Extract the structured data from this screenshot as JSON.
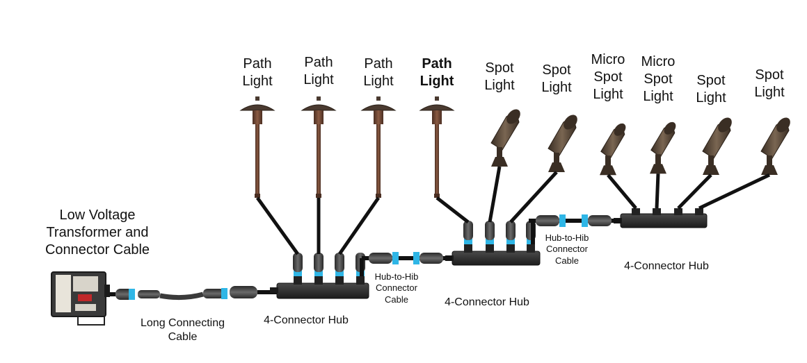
{
  "labels": {
    "transformer": "Low Voltage\nTransformer and\nConnector Cable",
    "long_cable": "Long Connecting\nCable",
    "hub1": "4-Connector Hub",
    "hub2": "4-Connector Hub",
    "hub3": "4-Connector Hub",
    "hub_cable1": "Hub-to-Hib\nConnector\nCable",
    "hub_cable2": "Hub-to-Hib\nConnector\nCable"
  },
  "fixtures": [
    {
      "label": "Path\nLight",
      "type": "path"
    },
    {
      "label": "Path\nLight",
      "type": "path"
    },
    {
      "label": "Path\nLight",
      "type": "path"
    },
    {
      "label": "Path\nLight",
      "type": "path"
    },
    {
      "label": "Spot\nLight",
      "type": "spot"
    },
    {
      "label": "Spot\nLight",
      "type": "spot"
    },
    {
      "label": "Micro\nSpot\nLight",
      "type": "micro-spot"
    },
    {
      "label": "Micro\nSpot\nLight",
      "type": "micro-spot"
    },
    {
      "label": "Spot\nLight",
      "type": "spot"
    },
    {
      "label": "Spot\nLight",
      "type": "spot"
    }
  ],
  "colors": {
    "cable": "#111111",
    "connector_ring": "#2fb6e6",
    "bronze": "#5a4a3a",
    "hub": "#2b2b2b"
  }
}
